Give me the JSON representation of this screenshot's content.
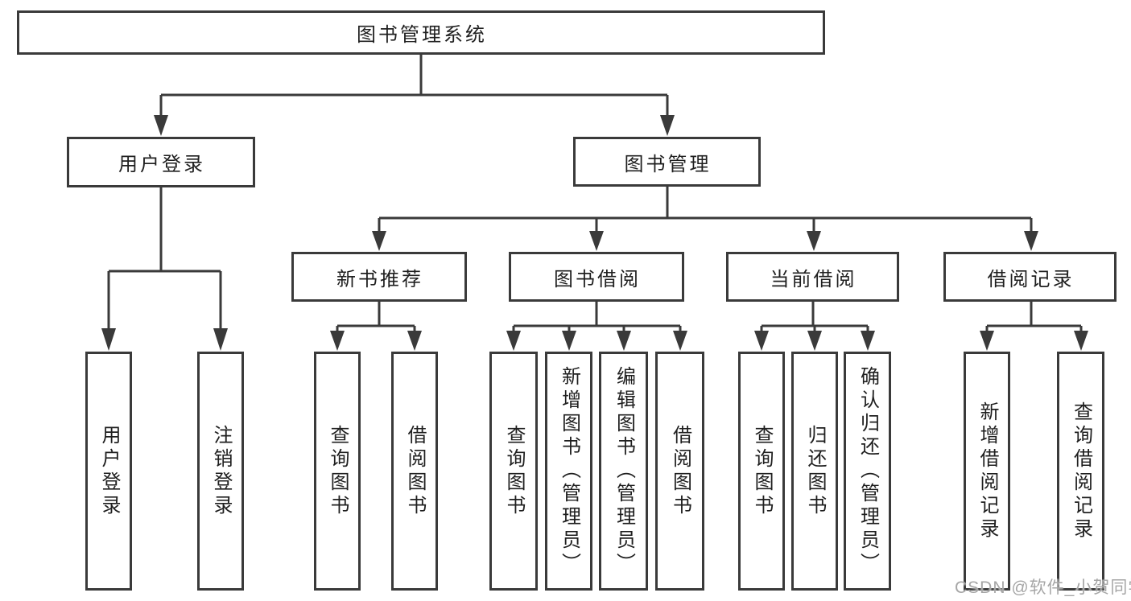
{
  "diagram_type": "hierarchy-tree",
  "colors": {
    "line": "#3a3a3a",
    "text": "#1f1f1f",
    "background": "#ffffff",
    "watermark": "#a6a6a6"
  },
  "tree": {
    "label": "图书管理系统",
    "children": [
      {
        "label": "用户登录",
        "children": [
          {
            "label": "用户登录"
          },
          {
            "label": "注销登录"
          }
        ]
      },
      {
        "label": "图书管理",
        "children": [
          {
            "label": "新书推荐",
            "children": [
              {
                "label": "查询图书"
              },
              {
                "label": "借阅图书"
              }
            ]
          },
          {
            "label": "图书借阅",
            "children": [
              {
                "label": "查询图书"
              },
              {
                "label": "新增图书（管理员）"
              },
              {
                "label": "编辑图书（管理员）"
              },
              {
                "label": "借阅图书"
              }
            ]
          },
          {
            "label": "当前借阅",
            "children": [
              {
                "label": "查询图书"
              },
              {
                "label": "归还图书"
              },
              {
                "label": "确认归还（管理员）"
              }
            ]
          },
          {
            "label": "借阅记录",
            "children": [
              {
                "label": "新增借阅记录"
              },
              {
                "label": "查询借阅记录"
              }
            ]
          }
        ]
      }
    ]
  },
  "watermark": {
    "text": "CSDN @软件_小贺同学"
  }
}
